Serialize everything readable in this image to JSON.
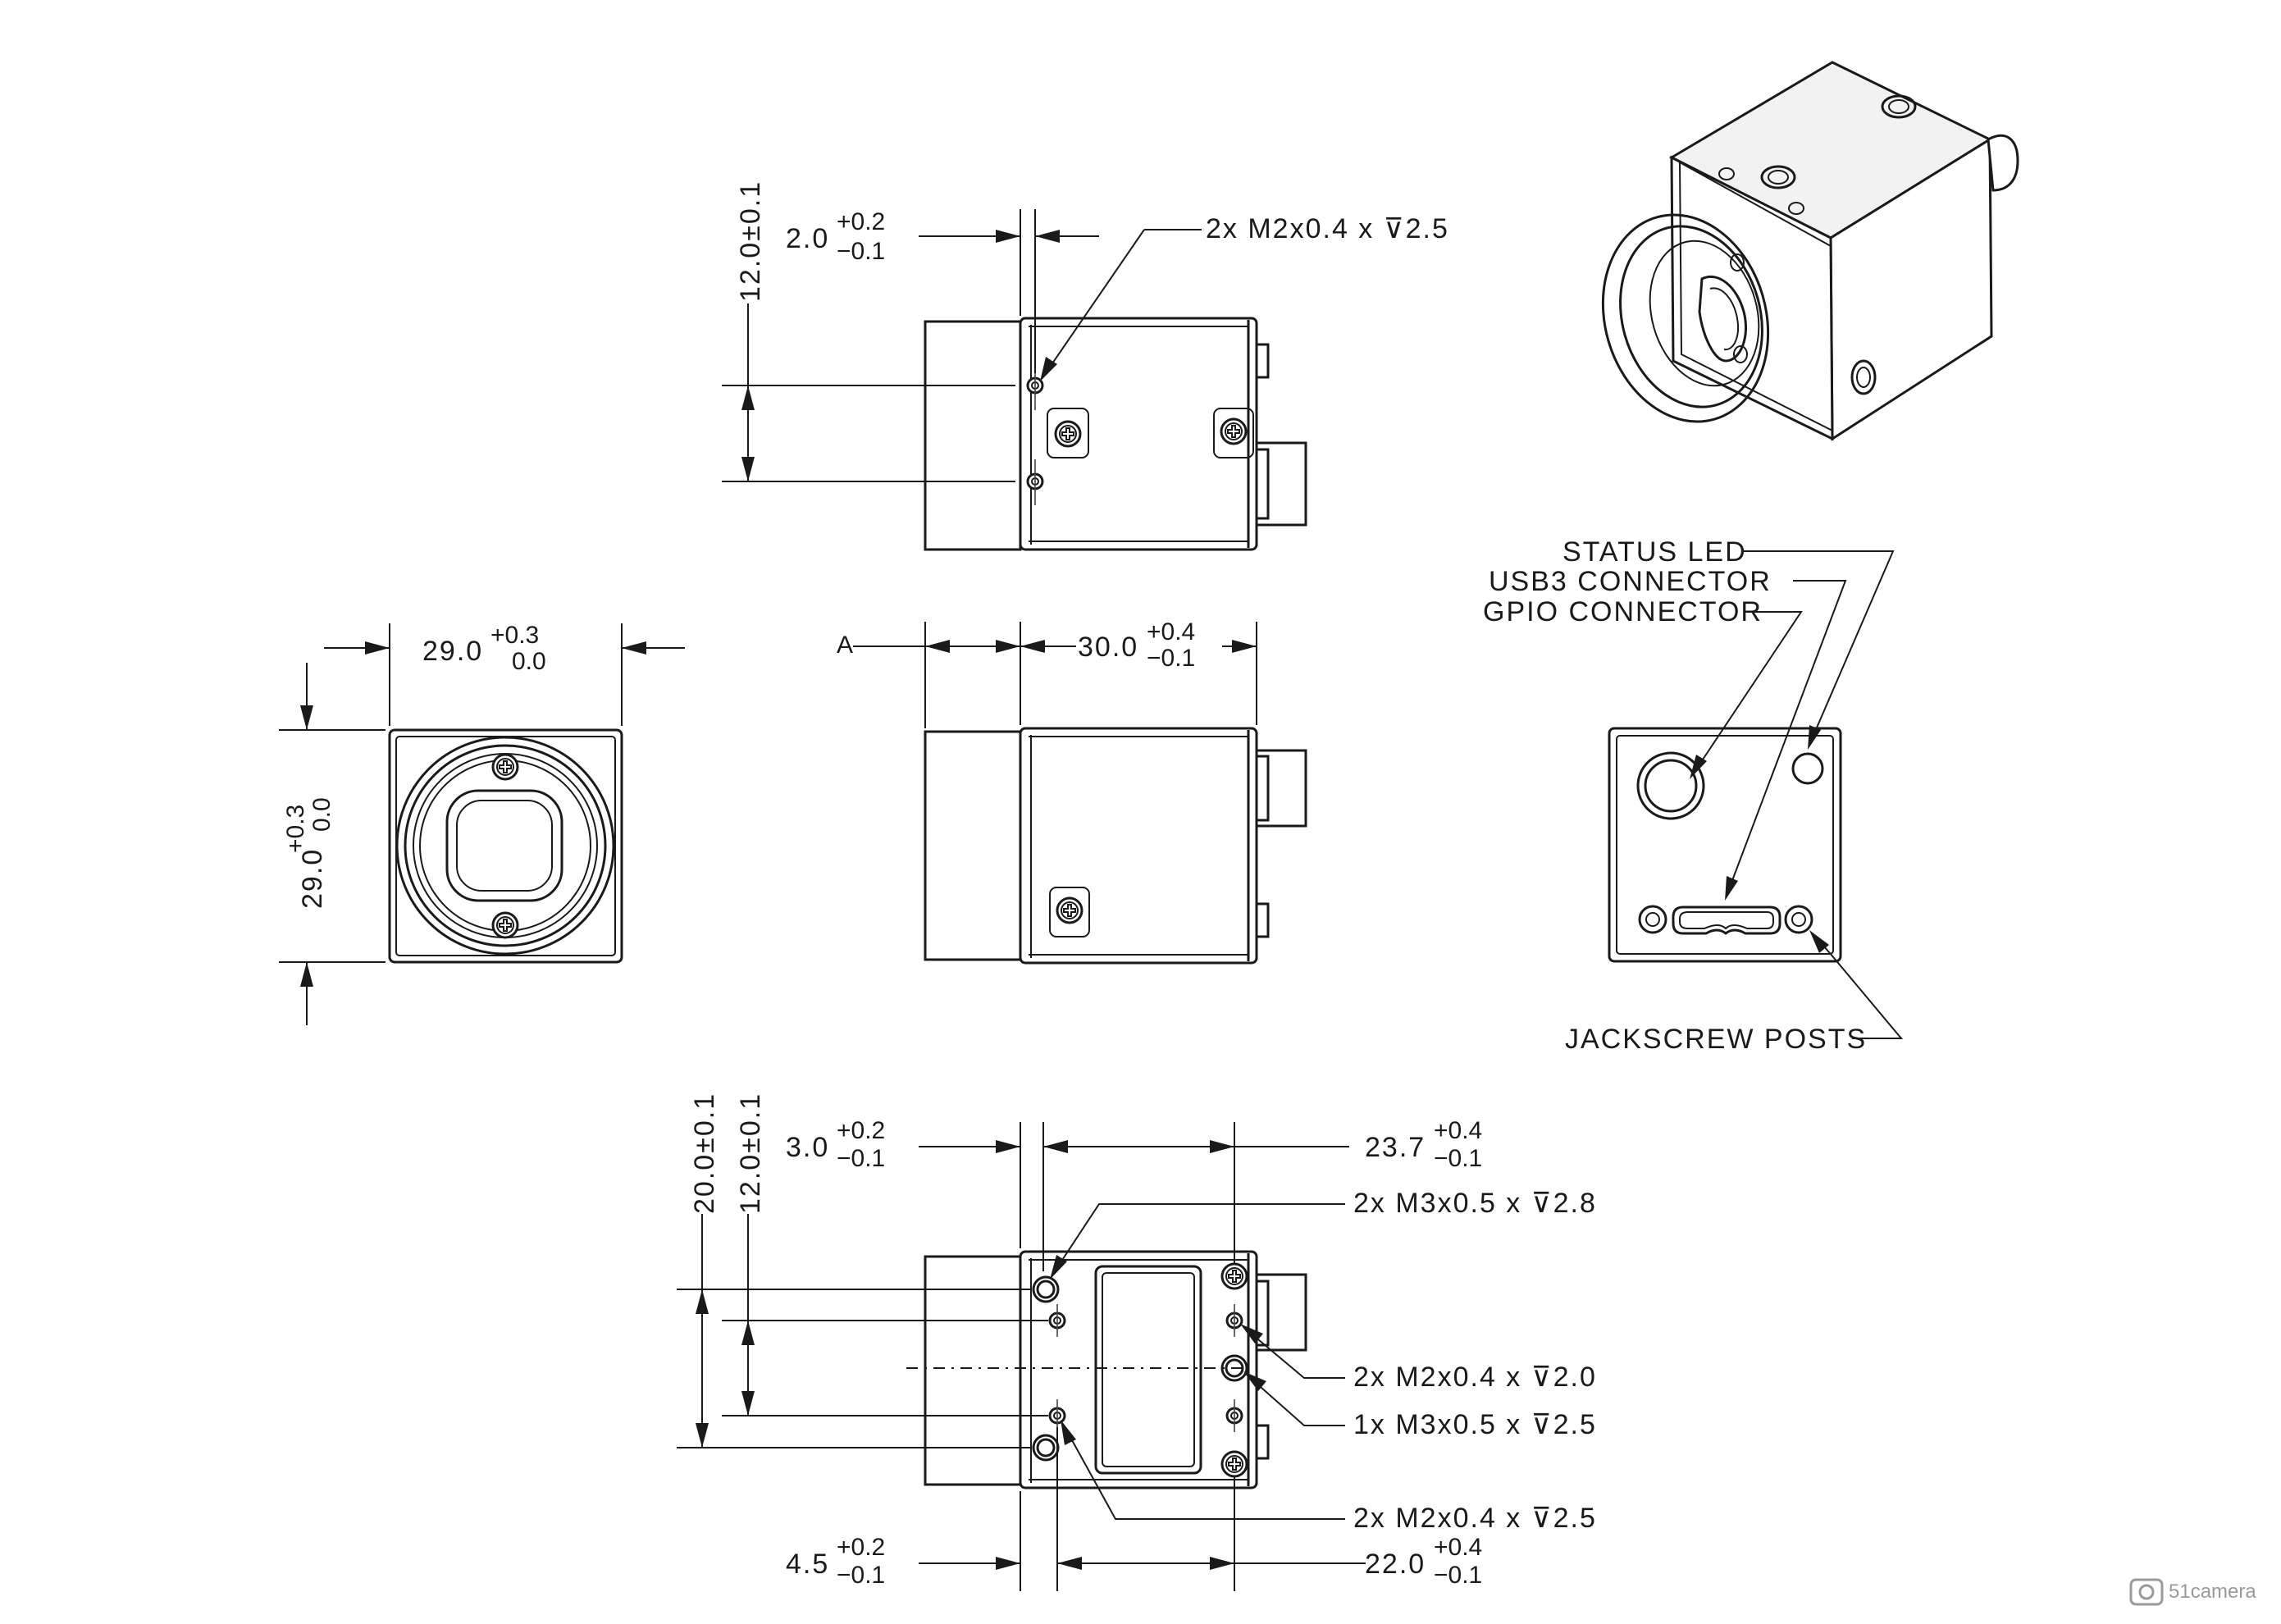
{
  "labels": {
    "status_led": "STATUS LED",
    "usb3_connector": "USB3 CONNECTOR",
    "gpio_connector": "GPIO CONNECTOR",
    "jackscrew_posts": "JACKSCREW POSTS",
    "datum_a": "A"
  },
  "top_view": {
    "dim_offset": {
      "base": "2.0",
      "upper": "+0.2",
      "lower": "−0.1"
    },
    "dim_spacing": "12.0±0.1",
    "callout": "2x M2x0.4 x ⊽2.5"
  },
  "front_view": {
    "width": {
      "base": "29.0",
      "upper": "+0.3",
      "lower": "0.0"
    },
    "height": {
      "base": "29.0",
      "upper": "+0.3",
      "lower": "0.0"
    }
  },
  "side_view": {
    "length": {
      "base": "30.0",
      "upper": "+0.4",
      "lower": "−0.1"
    }
  },
  "bottom_view": {
    "dim_spacing_outer": "20.0±0.1",
    "dim_spacing_inner": "12.0±0.1",
    "dim_offset_top": {
      "base": "3.0",
      "upper": "+0.2",
      "lower": "−0.1"
    },
    "dim_length_top": {
      "base": "23.7",
      "upper": "+0.4",
      "lower": "−0.1"
    },
    "dim_offset_bottom": {
      "base": "4.5",
      "upper": "+0.2",
      "lower": "−0.1"
    },
    "dim_length_bottom": {
      "base": "22.0",
      "upper": "+0.4",
      "lower": "−0.1"
    },
    "callout_m3_28": "2x M3x0.5 x ⊽2.8",
    "callout_m2_20": "2x M2x0.4 x ⊽2.0",
    "callout_m3_25": "1x M3x0.5 x ⊽2.5",
    "callout_m2_25": "2x M2x0.4 x ⊽2.5"
  },
  "watermark": {
    "text": "51camera"
  },
  "colors": {
    "line": "#1a1a1a",
    "background": "#ffffff",
    "watermark": "#9a9a9a"
  }
}
